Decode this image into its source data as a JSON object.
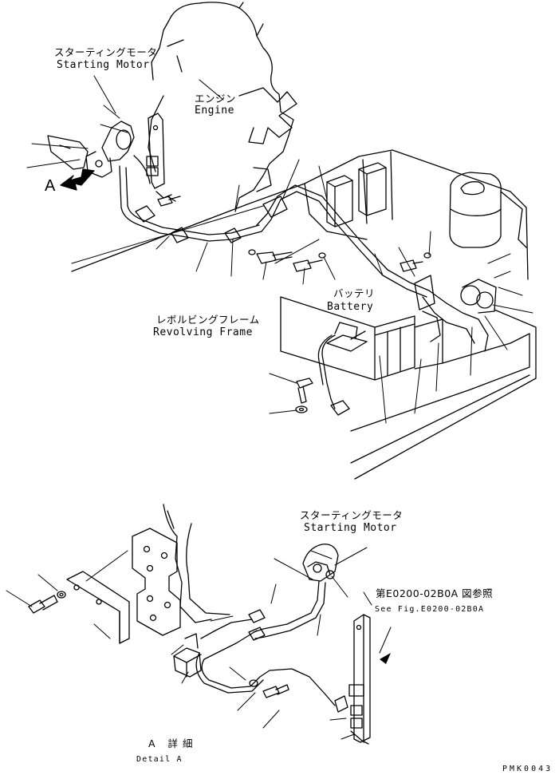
{
  "overview": {
    "starting_motor": {
      "jp": "スターティングモータ",
      "en": "Starting Motor"
    },
    "engine": {
      "jp": "エンジン",
      "en": "Engine"
    },
    "battery": {
      "jp": "バッテリ",
      "en": "Battery"
    },
    "revolving_frame": {
      "jp": "レボルビングフレーム",
      "en": "Revolving Frame"
    },
    "view_marker": "A"
  },
  "detail": {
    "starting_motor": {
      "jp": "スターティングモータ",
      "en": "Starting Motor"
    },
    "reference": {
      "jp": "第E0200-02B0A 図参照",
      "en": "See Fig.E0200-02B0A"
    },
    "title": {
      "jp": "A 詳細",
      "en": "Detail A"
    }
  },
  "figure_code": "PMK0043"
}
